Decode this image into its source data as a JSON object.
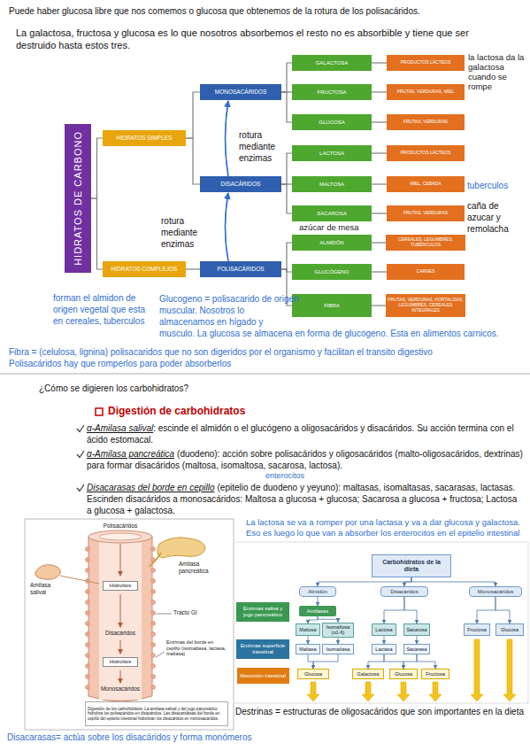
{
  "diagram": {
    "nodes": [
      {
        "text": [
          "HIDRATOS DE CARBONO"
        ]
      },
      {
        "text": [
          "HIDRATOS SIMPLES"
        ]
      },
      {
        "text": [
          "HIDRATOS COMPLEJOS"
        ]
      },
      {
        "text": [
          "MONOSACÁRIDOS"
        ]
      },
      {
        "text": [
          "DISACÁRIDOS"
        ]
      },
      {
        "text": [
          "POLISACÁRIDOS"
        ]
      },
      {
        "text": [
          "GALACTOSA"
        ]
      },
      {
        "text": [
          "PRODUCTOS LÁCTEOS"
        ]
      },
      {
        "text": [
          "FRUCTOSA"
        ]
      },
      {
        "text": [
          "FRUTAS, VERDURAS, MIEL"
        ]
      },
      {
        "text": [
          "GLUCOSA"
        ]
      },
      {
        "text": [
          "FRUTAS, VERDURAS"
        ]
      },
      {
        "text": [
          "LACTOSA"
        ]
      },
      {
        "text": [
          "PRODUCTOS LÁCTEOS"
        ]
      },
      {
        "text": [
          "MALTOSA"
        ]
      },
      {
        "text": [
          "MIEL, CEBADA"
        ]
      },
      {
        "text": [
          "SACAROSA"
        ]
      },
      {
        "text": [
          "FRUTAS, VERDURAS"
        ]
      },
      {
        "text": [
          "ALMIDÓN"
        ]
      },
      {
        "text": [
          "CEREALES, LEGUMBRES, TUBÉRCULOS"
        ]
      },
      {
        "text": [
          "GLUCÓGENO"
        ]
      },
      {
        "text": [
          "CARNES"
        ]
      },
      {
        "text": [
          "FIBRA"
        ]
      },
      {
        "text": [
          "FRUTAS, VERDURAS, HORTALIZAS, LEGUMBRES, CEREALES INTEGRALES"
        ]
      },
      {
        "text": [
          "Carbohidratos de la dieta"
        ]
      },
      {
        "text": [
          "Enzimas saliva y jugo pancreático"
        ]
      },
      {
        "text": [
          "Almidón"
        ]
      },
      {
        "text": [
          "Disacáridos"
        ]
      },
      {
        "text": [
          "Monosacáridos"
        ]
      },
      {
        "text": [
          "Amilasas"
        ]
      },
      {
        "text": [
          "Maltosa"
        ]
      },
      {
        "text": [
          "Isomaltosa (α1-6)"
        ]
      },
      {
        "text": [
          "Lactosa"
        ]
      },
      {
        "text": [
          "Sacarosa"
        ]
      },
      {
        "text": [
          "Fructosa"
        ]
      },
      {
        "text": [
          "Glucosa"
        ]
      },
      {
        "text": [
          "Enzimas superficie intestinal"
        ]
      },
      {
        "text": [
          "Maltasa"
        ]
      },
      {
        "text": [
          "Isomaltasa"
        ]
      },
      {
        "text": [
          "Lactasa"
        ]
      },
      {
        "text": [
          "Sacarasa"
        ]
      },
      {
        "text": [
          "Absorción intestinal"
        ]
      },
      {
        "text": [
          "Glucosa"
        ]
      },
      {
        "text": [
          "Galactosa"
        ]
      },
      {
        "text": [
          "Glucosa"
        ]
      },
      {
        "text": [
          "Fructosa"
        ]
      },
      {
        "text": [
          "Hidrolisis"
        ]
      },
      {
        "text": [
          "Hidrolisis"
        ]
      },
      {
        "text": [
          "Digestión de los carbohidratos. La amilasa salival y del jugo pancreático hidroliza los polisacáridos en disacáridos. Las disacaridasas del borde en cepillo del epitelio intestinal hidrolizan los disacáridos en monosacáridos."
        ]
      }
    ],
    "edges": [
      {
        "from": 0,
        "to": 1,
        "arrow": "none"
      },
      {
        "from": 0,
        "to": 2,
        "arrow": "none"
      },
      {
        "from": 1,
        "to": 3,
        "arrow": "none"
      },
      {
        "from": 1,
        "to": 4,
        "arrow": "none"
      },
      {
        "from": 2,
        "to": 5,
        "arrow": "none"
      },
      {
        "from": 3,
        "to": 6,
        "arrow": "none"
      },
      {
        "from": 3,
        "to": 8,
        "arrow": "none"
      },
      {
        "from": 3,
        "to": 10,
        "arrow": "none"
      },
      {
        "from": 4,
        "to": 12,
        "arrow": "none"
      },
      {
        "from": 4,
        "to": 14,
        "arrow": "none"
      },
      {
        "from": 4,
        "to": 16,
        "arrow": "none"
      },
      {
        "from": 5,
        "to": 18,
        "arrow": "none"
      },
      {
        "from": 5,
        "to": 20,
        "arrow": "none"
      },
      {
        "from": 5,
        "to": 22,
        "arrow": "none"
      },
      {
        "from": 6,
        "to": 7,
        "arrow": "none"
      },
      {
        "from": 8,
        "to": 9,
        "arrow": "none"
      },
      {
        "from": 10,
        "to": 11,
        "arrow": "none"
      },
      {
        "from": 12,
        "to": 13,
        "arrow": "none"
      },
      {
        "from": 14,
        "to": 15,
        "arrow": "none"
      },
      {
        "from": 16,
        "to": 17,
        "arrow": "none"
      },
      {
        "from": 18,
        "to": 19,
        "arrow": "none"
      },
      {
        "from": 20,
        "to": 21,
        "arrow": "none"
      },
      {
        "from": 22,
        "to": 23,
        "arrow": "none"
      },
      {
        "from": 5,
        "to": 4,
        "arrow": "to"
      },
      {
        "from": 4,
        "to": 3,
        "arrow": "to"
      },
      {
        "from": 24,
        "to": 26,
        "arrow": "to"
      },
      {
        "from": 24,
        "to": 27,
        "arrow": "to"
      },
      {
        "from": 24,
        "to": 28,
        "arrow": "to"
      },
      {
        "from": 26,
        "to": 29,
        "arrow": "to"
      },
      {
        "from": 29,
        "to": 30,
        "arrow": "to"
      },
      {
        "from": 29,
        "to": 31,
        "arrow": "to"
      },
      {
        "from": 27,
        "to": 32,
        "arrow": "to"
      },
      {
        "from": 27,
        "to": 33,
        "arrow": "to"
      },
      {
        "from": 28,
        "to": 34,
        "arrow": "to"
      },
      {
        "from": 28,
        "to": 35,
        "arrow": "to"
      },
      {
        "from": 30,
        "to": 37,
        "arrow": "to"
      },
      {
        "from": 31,
        "to": 38,
        "arrow": "to"
      },
      {
        "from": 32,
        "to": 39,
        "arrow": "to"
      },
      {
        "from": 33,
        "to": 40,
        "arrow": "to"
      },
      {
        "from": 37,
        "to": 42,
        "arrow": "to"
      },
      {
        "from": 38,
        "to": 42,
        "arrow": "to"
      },
      {
        "from": 39,
        "to": 43,
        "arrow": "to"
      },
      {
        "from": 39,
        "to": 44,
        "arrow": "to"
      },
      {
        "from": 40,
        "to": 44,
        "arrow": "to"
      },
      {
        "from": 40,
        "to": 45,
        "arrow": "to"
      }
    ],
    "labels": [
      "Puede haber glucosa libre que nos comemos o glucosa que obtenemos de la rotura de los polisacáridos.",
      "La galactosa, fructosa y glucosa es lo que nosotros absorbemos el resto no es absorbible y tiene que ser destruido hasta estos tres.",
      "la lactosa da la galactosa cuando se rompe",
      "rotura mediante enzimas",
      "tuberculos",
      "caña de azucar y remolacha",
      "azúcar de mesa",
      "rotura mediante enzimas",
      "forman el almidon de origen vegetal que esta en cereales, tuberculos",
      "Glucogeno = polisacarido de origen muscular. Nosotros lo almacenamos en hígado y musculo. La glucosa se almacena en forma de glucogeno. Esta en alimentos carnicos.",
      "Fibra = (celulosa, lignina) polisacaridos que no son digeridos por el organismo y facilitan el transito digestivo",
      "Polisacáridos hay que romperlos para poder absorberlos",
      "¿Cómo se digieren los carbohidratos?",
      "Digestión de carbohidratos",
      "α-Amilasa salival",
      ": escinde el almidón o el glucógeno a oligosacáridos y disacáridos. Su acción termina con el ácido estomacal.",
      "α-Amilasa pancreática",
      "(duodeno): acción sobre polisacáridos y oligosacáridos (malto-oligosacáridos, dextrinas) para formar disacáridos (maltosa, isomaltosa, sacarosa, lactosa).",
      "Disacarasas del borde en cepillo",
      "(epitelio de duodeno y yeyuno): maltasas, isomaltasas, sacarasas, lactasas. Escinden disacáridos a monosacáridos: Maltosa a glucosa + glucosa; Sacarosa a glucosa + fructosa; Lactosa a glucosa + galactosa.",
      "enterocitos",
      "La lactosa se va a romper por una lactasa y va a dar glucosa y galactosa. Eso es luego lo que van a absorber los enterocitos en el epitelio intestinal",
      "Polisacáridos",
      "Amilasa pancreática",
      "Amilasa salival",
      "Tracto GI",
      "Disacáridos",
      "Enzimas del borde en cepillo (isomaltasa, lactasa, maltasa)",
      "Monosacáridos",
      "Destrinas = estructuras de oligosacáridos que son importantes en la dieta",
      "Disacarasas= actúa sobre los disacáridos y forma monómeros"
    ]
  }
}
